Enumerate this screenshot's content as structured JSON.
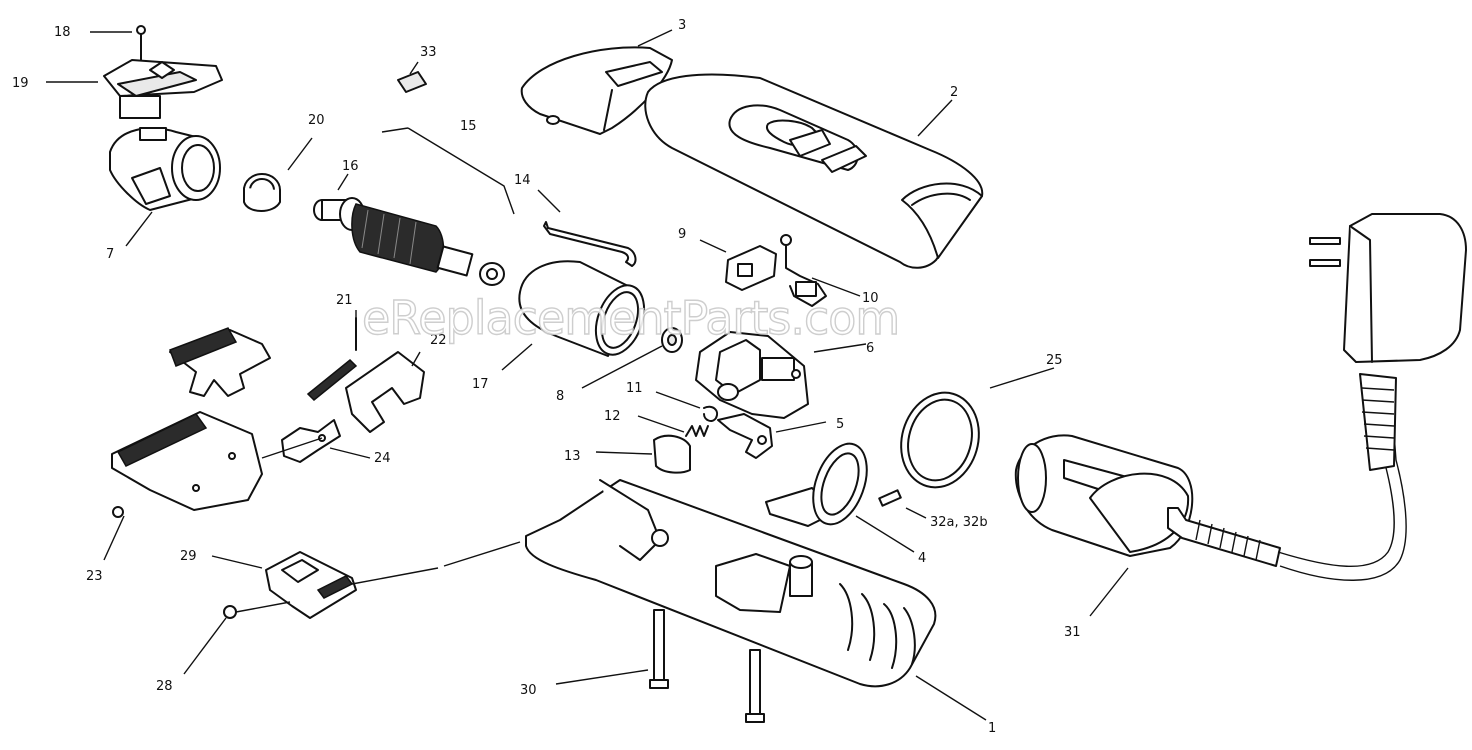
{
  "watermark": "eReplacementParts.com",
  "callouts": {
    "p1": "1",
    "p2": "2",
    "p3": "3",
    "p4": "4",
    "p5": "5",
    "p6": "6",
    "p7": "7",
    "p8": "8",
    "p9": "9",
    "p10": "10",
    "p11": "11",
    "p12": "12",
    "p13": "13",
    "p14": "14",
    "p15": "15",
    "p16": "16",
    "p17": "17",
    "p18": "18",
    "p19": "19",
    "p20": "20",
    "p21": "21",
    "p22": "22",
    "p23": "23",
    "p24": "24",
    "p25": "25",
    "p28": "28",
    "p29": "29",
    "p30": "30",
    "p31": "31",
    "p32": "32a, 32b",
    "p33": "33"
  },
  "icons": {
    "adapter": "ac-adapter-icon",
    "motor": "motor-armature-icon"
  }
}
